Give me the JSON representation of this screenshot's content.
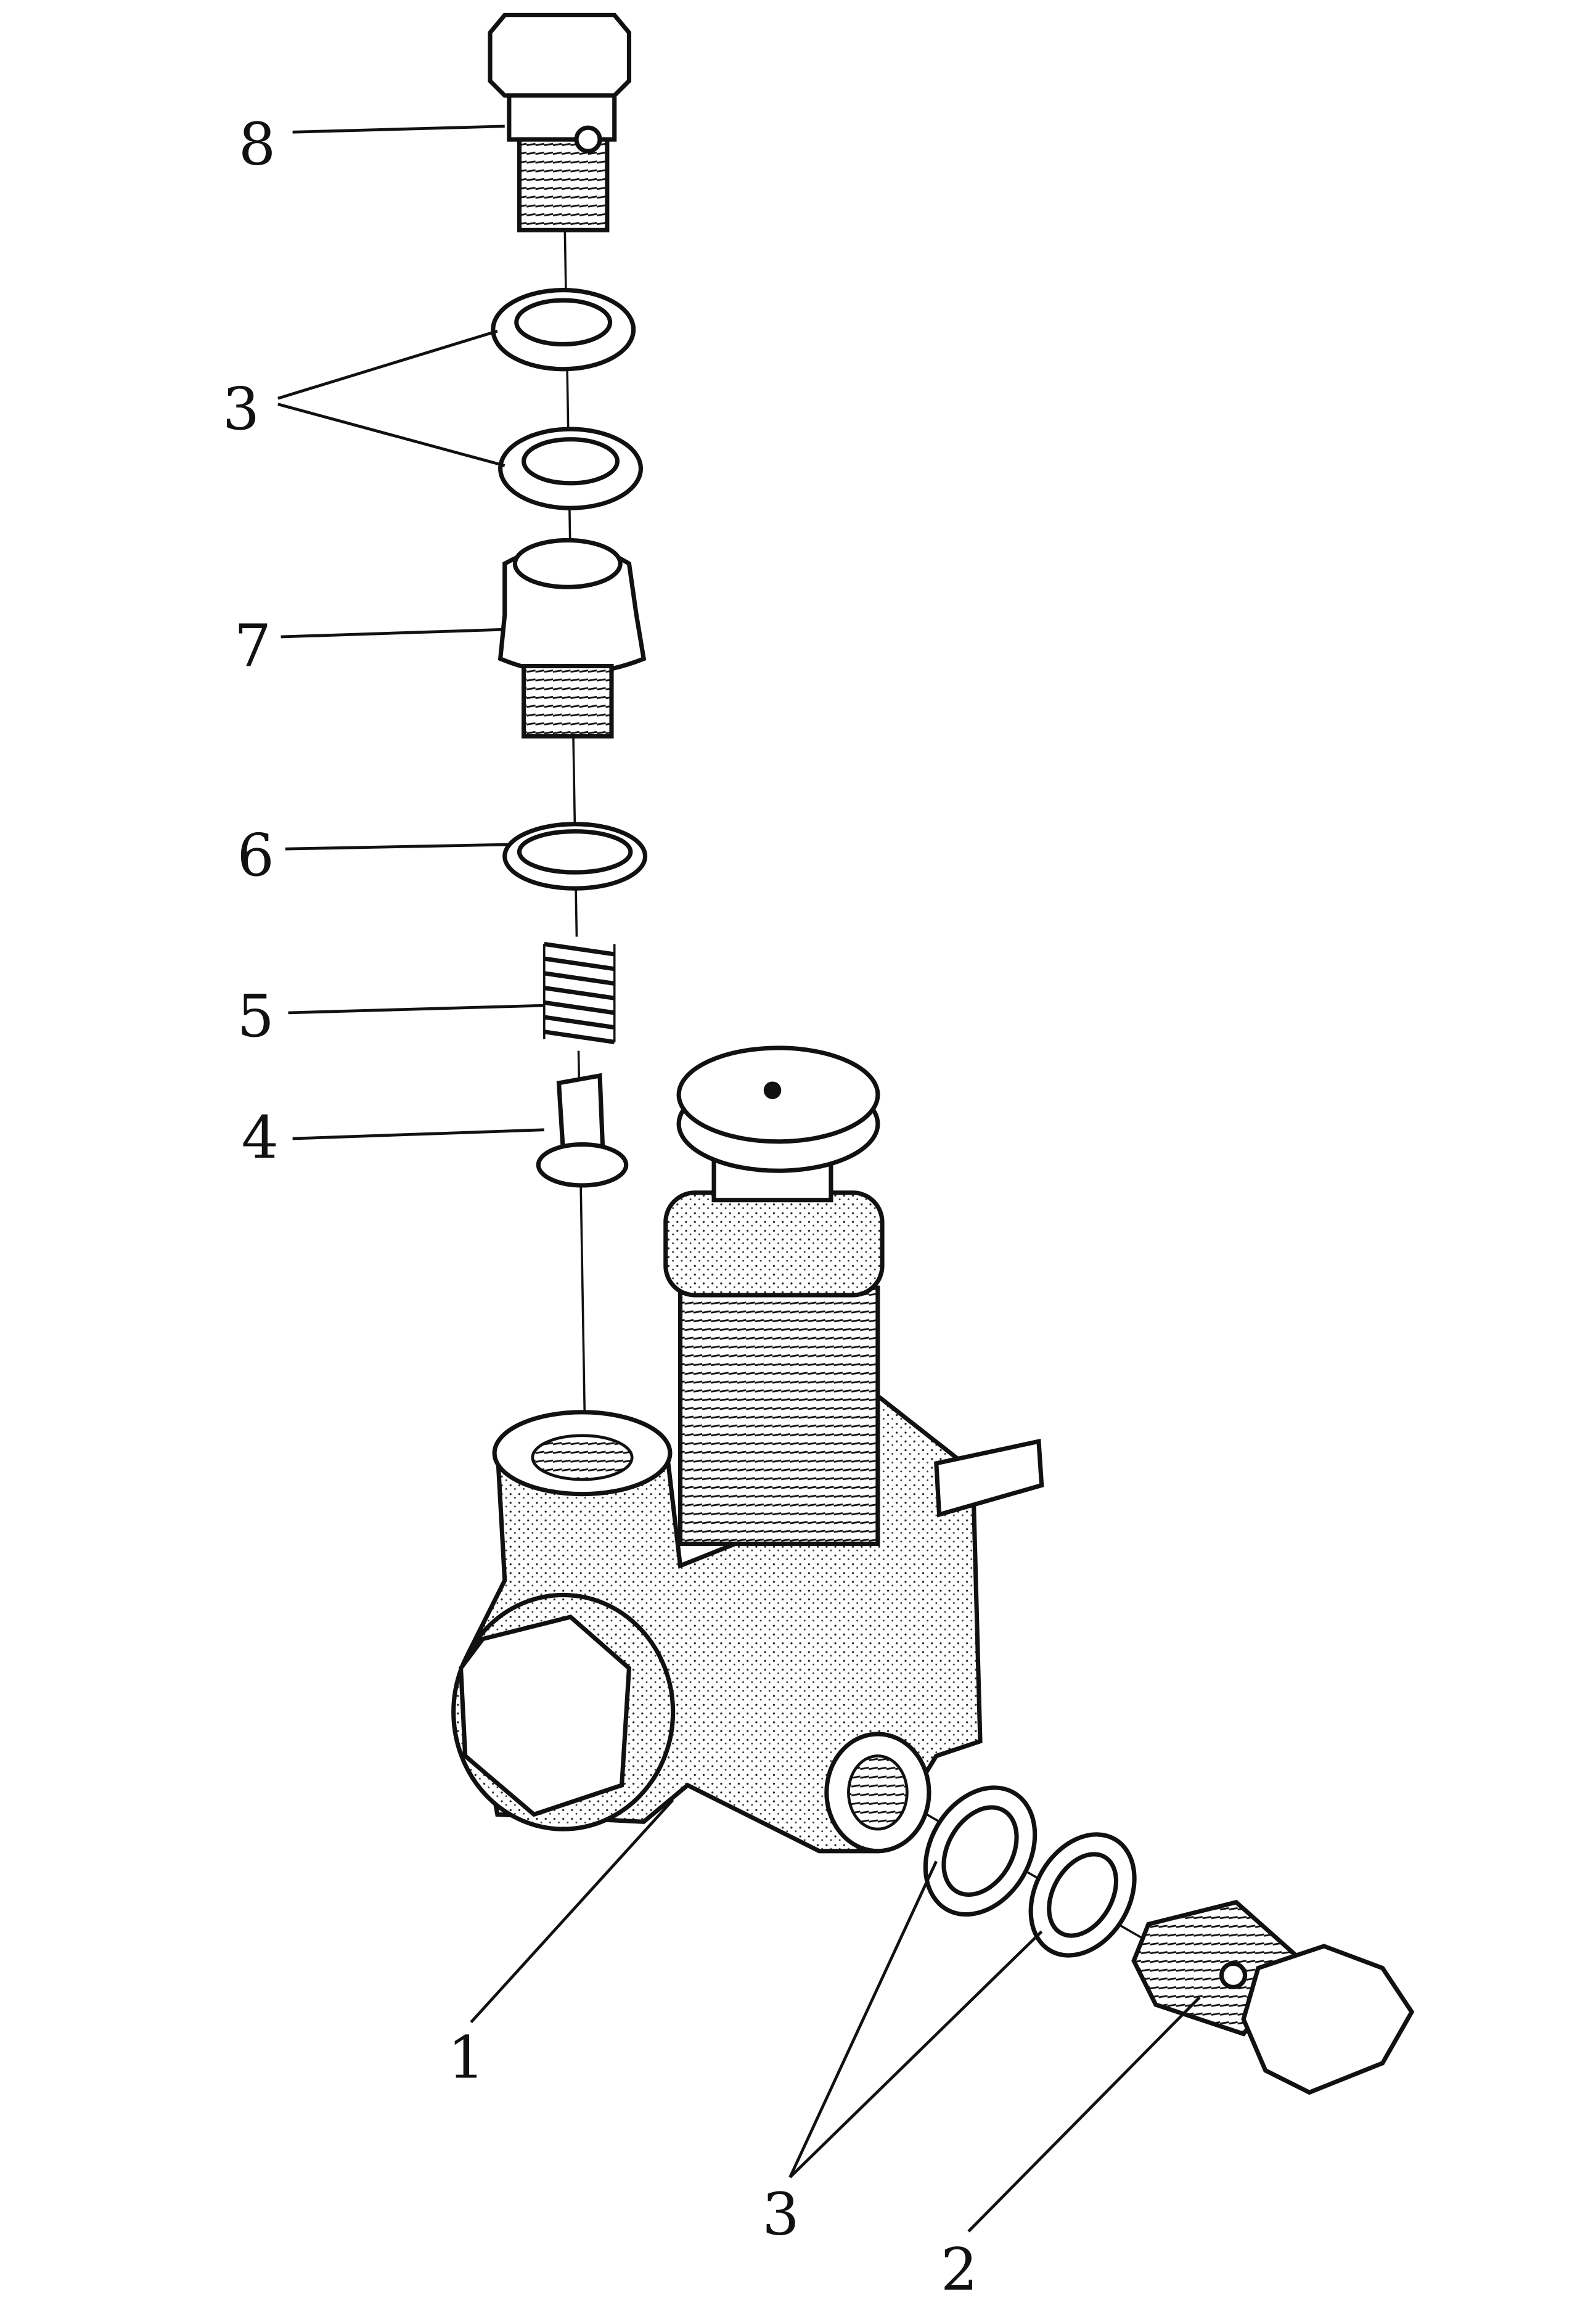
{
  "diagram": {
    "type": "exploded-parts-view",
    "callouts": [
      {
        "id": "8",
        "label": "8"
      },
      {
        "id": "3-top",
        "label": "3"
      },
      {
        "id": "7",
        "label": "7"
      },
      {
        "id": "6",
        "label": "6"
      },
      {
        "id": "5",
        "label": "5"
      },
      {
        "id": "4",
        "label": "4"
      },
      {
        "id": "1",
        "label": "1"
      },
      {
        "id": "3-bottom",
        "label": "3"
      },
      {
        "id": "2",
        "label": "2"
      }
    ],
    "colors": {
      "ink": "#111111",
      "paper": "#ffffff"
    }
  }
}
